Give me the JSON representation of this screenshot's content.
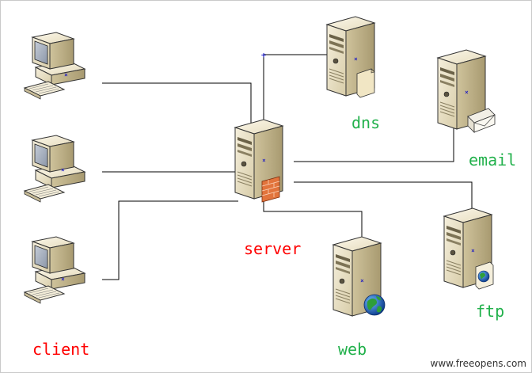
{
  "labels": {
    "dns": "dns",
    "email": "email",
    "server": "server",
    "ftp": "ftp",
    "client": "client",
    "web": "web",
    "watermark": "www.freeopens.com"
  },
  "nodes": {
    "clients": [
      "client-computer-1",
      "client-computer-2",
      "client-computer-3"
    ],
    "center": "server",
    "services": [
      "dns",
      "email",
      "ftp",
      "web"
    ]
  },
  "colors": {
    "label_green": "#22b14c",
    "label_red": "#ff0000",
    "line": "#000000",
    "case_light": "#ece4cb",
    "case_mid": "#d3c8a5",
    "case_dark": "#b1a47e",
    "outline": "#333333",
    "screen": "#a9b4c4"
  }
}
